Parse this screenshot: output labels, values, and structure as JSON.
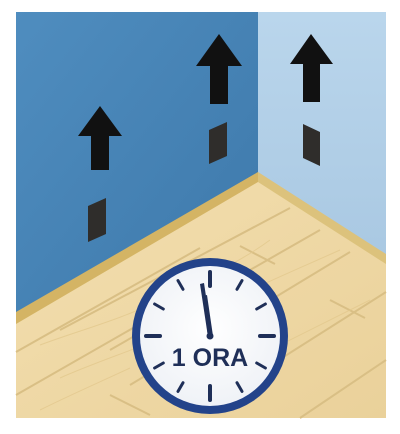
{
  "illustration": {
    "clock": {
      "label": "1 ORA",
      "time_shown": "11:59"
    },
    "arrows": {
      "count": 3,
      "direction": "up",
      "icon": "up-arrow-icon"
    },
    "tiles": {
      "count": 3,
      "icon": "wall-tile"
    },
    "colors": {
      "left_wall": "#4a86b7",
      "right_wall": "#b3cfe6",
      "floor": "#efd9a4",
      "baseboard": "#d8bb6d",
      "clock_rim": "#23438a",
      "clock_face": "#ffffff",
      "arrow": "#111111",
      "tile": "#2f2d2b"
    }
  }
}
